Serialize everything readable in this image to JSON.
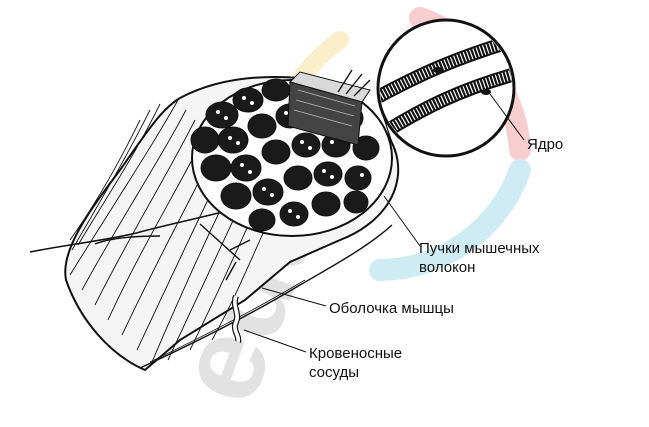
{
  "diagram": {
    "labels": {
      "nucleus": "Ядро",
      "bundles_line1": "Пучки мышечных",
      "bundles_line2": "волокон",
      "sheath": "Оболочка мышцы",
      "vessels_line1": "Кровеносные",
      "vessels_line2": "сосуды"
    },
    "watermark": "edu"
  },
  "colors": {
    "ink": "#111111",
    "paper": "#ffffff",
    "watermark_gray": "#cccccc",
    "watermark_red": "#f4a6a6",
    "watermark_yellow": "#f7e3a0",
    "watermark_blue": "#a9dcea"
  }
}
